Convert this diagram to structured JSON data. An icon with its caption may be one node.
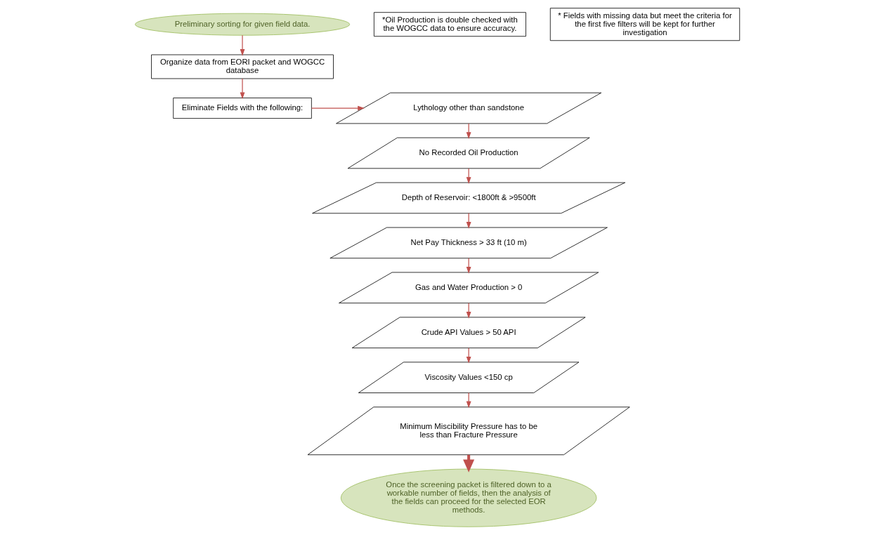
{
  "diagram": {
    "nodes": [
      {
        "text": [
          "Preliminary sorting for given field data."
        ]
      },
      {
        "text": [
          "Organize data from EORI packet and WOGCC database"
        ]
      },
      {
        "text": [
          "Eliminate Fields with the following:"
        ]
      },
      {
        "text": [
          "*Oil Production is double checked with the WOGCC data to ensure accuracy."
        ]
      },
      {
        "text": [
          "Lythology other than sandstone"
        ]
      },
      {
        "text": [
          "No Recorded Oil Production"
        ]
      },
      {
        "text": [
          "Depth of Reservoir: <1800ft & >9500ft"
        ]
      },
      {
        "text": [
          "Net Pay Thickness > 33 ft (10 m)"
        ]
      },
      {
        "text": [
          "Gas and Water Production > 0"
        ]
      },
      {
        "text": [
          "Crude API Values > 50 API"
        ]
      },
      {
        "text": [
          "Viscosity Values <150 cp"
        ]
      },
      {
        "text": [
          "Minimum Miscibility Pressure has to be less than Fracture Pressure"
        ]
      },
      {
        "text": [
          "Once the screening packet is filtered down to a workable number of fields, then the analysis of the fields can proceed for the selected EOR methods."
        ]
      },
      {
        "text": [
          "* Fields with missing data but meet the criteria for the first five filters will be kept for further investigation"
        ]
      }
    ],
    "edges": [
      {
        "from": 0,
        "to": 1,
        "arrow": "to"
      },
      {
        "from": 1,
        "to": 2,
        "arrow": "to"
      },
      {
        "from": 2,
        "to": 4,
        "arrow": "to"
      },
      {
        "from": 4,
        "to": 5,
        "arrow": "to"
      },
      {
        "from": 5,
        "to": 6,
        "arrow": "to"
      },
      {
        "from": 6,
        "to": 7,
        "arrow": "to"
      },
      {
        "from": 7,
        "to": 8,
        "arrow": "to"
      },
      {
        "from": 8,
        "to": 9,
        "arrow": "to"
      },
      {
        "from": 9,
        "to": 10,
        "arrow": "to"
      },
      {
        "from": 10,
        "to": 11,
        "arrow": "to"
      },
      {
        "from": 11,
        "to": 12,
        "arrow": "to",
        "style": "thick"
      }
    ]
  }
}
